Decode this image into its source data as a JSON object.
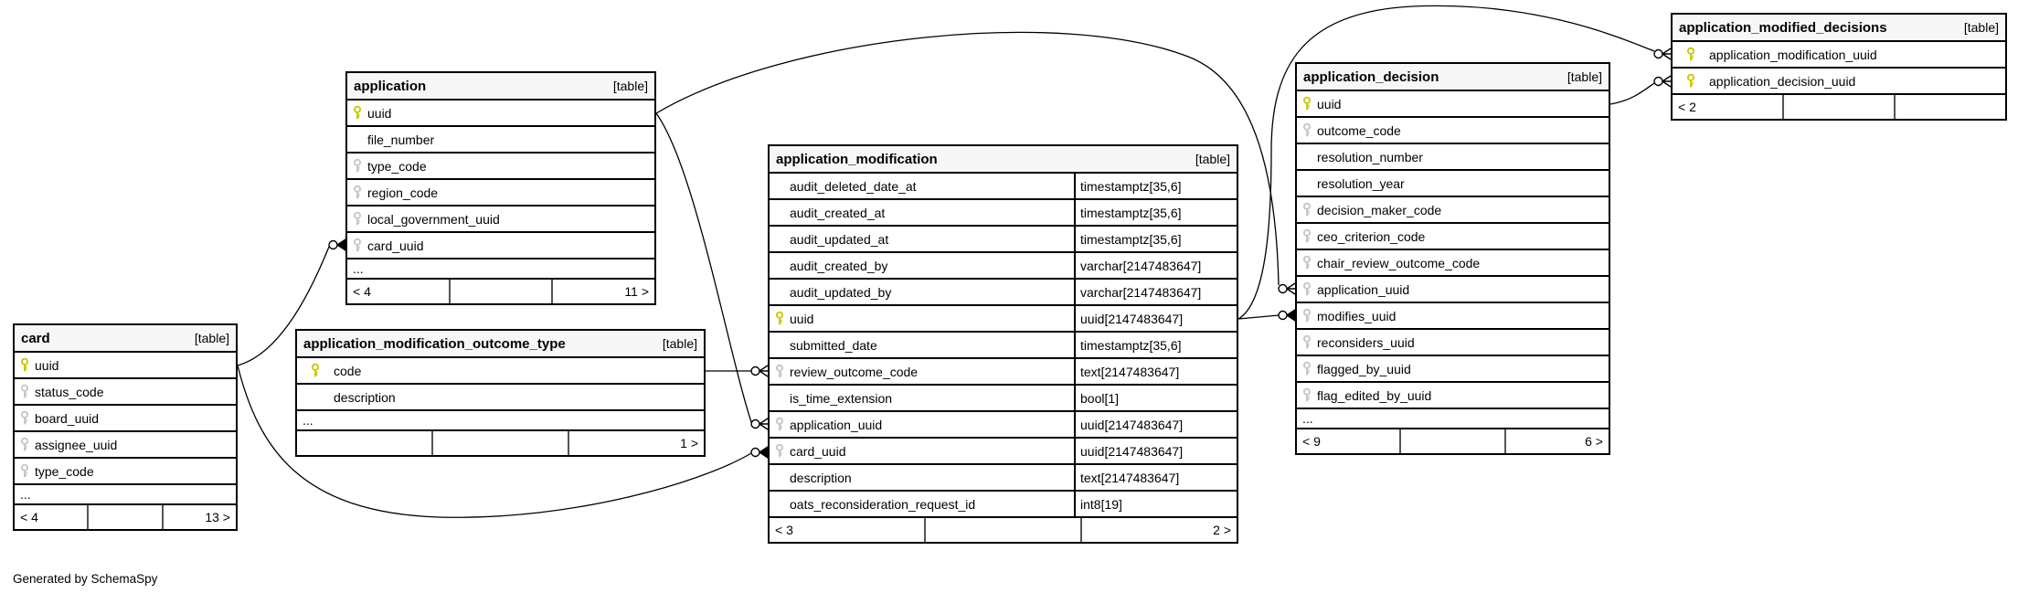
{
  "diagram": {
    "generator_note": "Generated by SchemaSpy",
    "colors": {
      "primary_key": "#c9c900",
      "foreign_key": "#c6c6c6",
      "table_header_bg": "#f7f7f7",
      "line": "#000000"
    },
    "tables": [
      {
        "name": "card",
        "tag": "[table]",
        "columns": [
          {
            "name": "uuid",
            "key": "pk"
          },
          {
            "name": "status_code",
            "key": "fk"
          },
          {
            "name": "board_uuid",
            "key": "fk"
          },
          {
            "name": "assignee_uuid",
            "key": "fk"
          },
          {
            "name": "type_code",
            "key": "fk"
          },
          {
            "name": "...",
            "key": "none",
            "ellipsis": true
          }
        ],
        "footer": {
          "left": "< 4",
          "mid": "",
          "right": "13 >"
        }
      },
      {
        "name": "application",
        "tag": "[table]",
        "columns": [
          {
            "name": "uuid",
            "key": "pk"
          },
          {
            "name": "file_number",
            "key": "none"
          },
          {
            "name": "type_code",
            "key": "fk"
          },
          {
            "name": "region_code",
            "key": "fk"
          },
          {
            "name": "local_government_uuid",
            "key": "fk"
          },
          {
            "name": "card_uuid",
            "key": "fk"
          },
          {
            "name": "...",
            "key": "none",
            "ellipsis": true
          }
        ],
        "footer": {
          "left": "< 4",
          "mid": "",
          "right": "11 >"
        }
      },
      {
        "name": "application_modification_outcome_type",
        "tag": "[table]",
        "wide_gutter": true,
        "columns": [
          {
            "name": "code",
            "key": "pk"
          },
          {
            "name": "description",
            "key": "none"
          },
          {
            "name": "...",
            "key": "none",
            "ellipsis": true
          }
        ],
        "footer": {
          "left": "",
          "mid": "",
          "right": "1 >"
        }
      },
      {
        "name": "application_modification",
        "tag": "[table]",
        "has_types": true,
        "columns": [
          {
            "name": "audit_deleted_date_at",
            "key": "none",
            "type": "timestamptz[35,6]"
          },
          {
            "name": "audit_created_at",
            "key": "none",
            "type": "timestamptz[35,6]"
          },
          {
            "name": "audit_updated_at",
            "key": "none",
            "type": "timestamptz[35,6]"
          },
          {
            "name": "audit_created_by",
            "key": "none",
            "type": "varchar[2147483647]"
          },
          {
            "name": "audit_updated_by",
            "key": "none",
            "type": "varchar[2147483647]"
          },
          {
            "name": "uuid",
            "key": "pk",
            "type": "uuid[2147483647]"
          },
          {
            "name": "submitted_date",
            "key": "none",
            "type": "timestamptz[35,6]"
          },
          {
            "name": "review_outcome_code",
            "key": "fk",
            "type": "text[2147483647]"
          },
          {
            "name": "is_time_extension",
            "key": "none",
            "type": "bool[1]"
          },
          {
            "name": "application_uuid",
            "key": "fk",
            "type": "uuid[2147483647]"
          },
          {
            "name": "card_uuid",
            "key": "fk",
            "type": "uuid[2147483647]"
          },
          {
            "name": "description",
            "key": "none",
            "type": "text[2147483647]"
          },
          {
            "name": "oats_reconsideration_request_id",
            "key": "none",
            "type": "int8[19]"
          }
        ],
        "footer": {
          "left": "< 3",
          "mid": "",
          "right": "2 >"
        }
      },
      {
        "name": "application_decision",
        "tag": "[table]",
        "columns": [
          {
            "name": "uuid",
            "key": "pk"
          },
          {
            "name": "outcome_code",
            "key": "fk"
          },
          {
            "name": "resolution_number",
            "key": "none"
          },
          {
            "name": "resolution_year",
            "key": "none"
          },
          {
            "name": "decision_maker_code",
            "key": "fk"
          },
          {
            "name": "ceo_criterion_code",
            "key": "fk"
          },
          {
            "name": "chair_review_outcome_code",
            "key": "fk"
          },
          {
            "name": "application_uuid",
            "key": "fk"
          },
          {
            "name": "modifies_uuid",
            "key": "fk"
          },
          {
            "name": "reconsiders_uuid",
            "key": "fk"
          },
          {
            "name": "flagged_by_uuid",
            "key": "fk"
          },
          {
            "name": "flag_edited_by_uuid",
            "key": "fk"
          },
          {
            "name": "...",
            "key": "none",
            "ellipsis": true
          }
        ],
        "footer": {
          "left": "< 9",
          "mid": "",
          "right": "6 >"
        }
      },
      {
        "name": "application_modified_decisions",
        "tag": "[table]",
        "wide_gutter": true,
        "columns": [
          {
            "name": "application_modification_uuid",
            "key": "pk"
          },
          {
            "name": "application_decision_uuid",
            "key": "pk"
          }
        ],
        "footer": {
          "left": "< 2",
          "mid": "",
          "right": ""
        }
      }
    ],
    "relationships": [
      {
        "from": "card.uuid",
        "to": "application.card_uuid"
      },
      {
        "from": "card.uuid",
        "to": "application_modification.card_uuid"
      },
      {
        "from": "application_modification_outcome_type.code",
        "to": "application_modification.review_outcome_code"
      },
      {
        "from": "application.uuid",
        "to": "application_modification.application_uuid"
      },
      {
        "from": "application.uuid",
        "to": "application_decision.application_uuid"
      },
      {
        "from": "application_modification.uuid",
        "to": "application_decision.modifies_uuid"
      },
      {
        "from": "application_modification.uuid",
        "to": "application_modified_decisions.application_modification_uuid"
      },
      {
        "from": "application_decision.uuid",
        "to": "application_modified_decisions.application_decision_uuid"
      }
    ]
  }
}
